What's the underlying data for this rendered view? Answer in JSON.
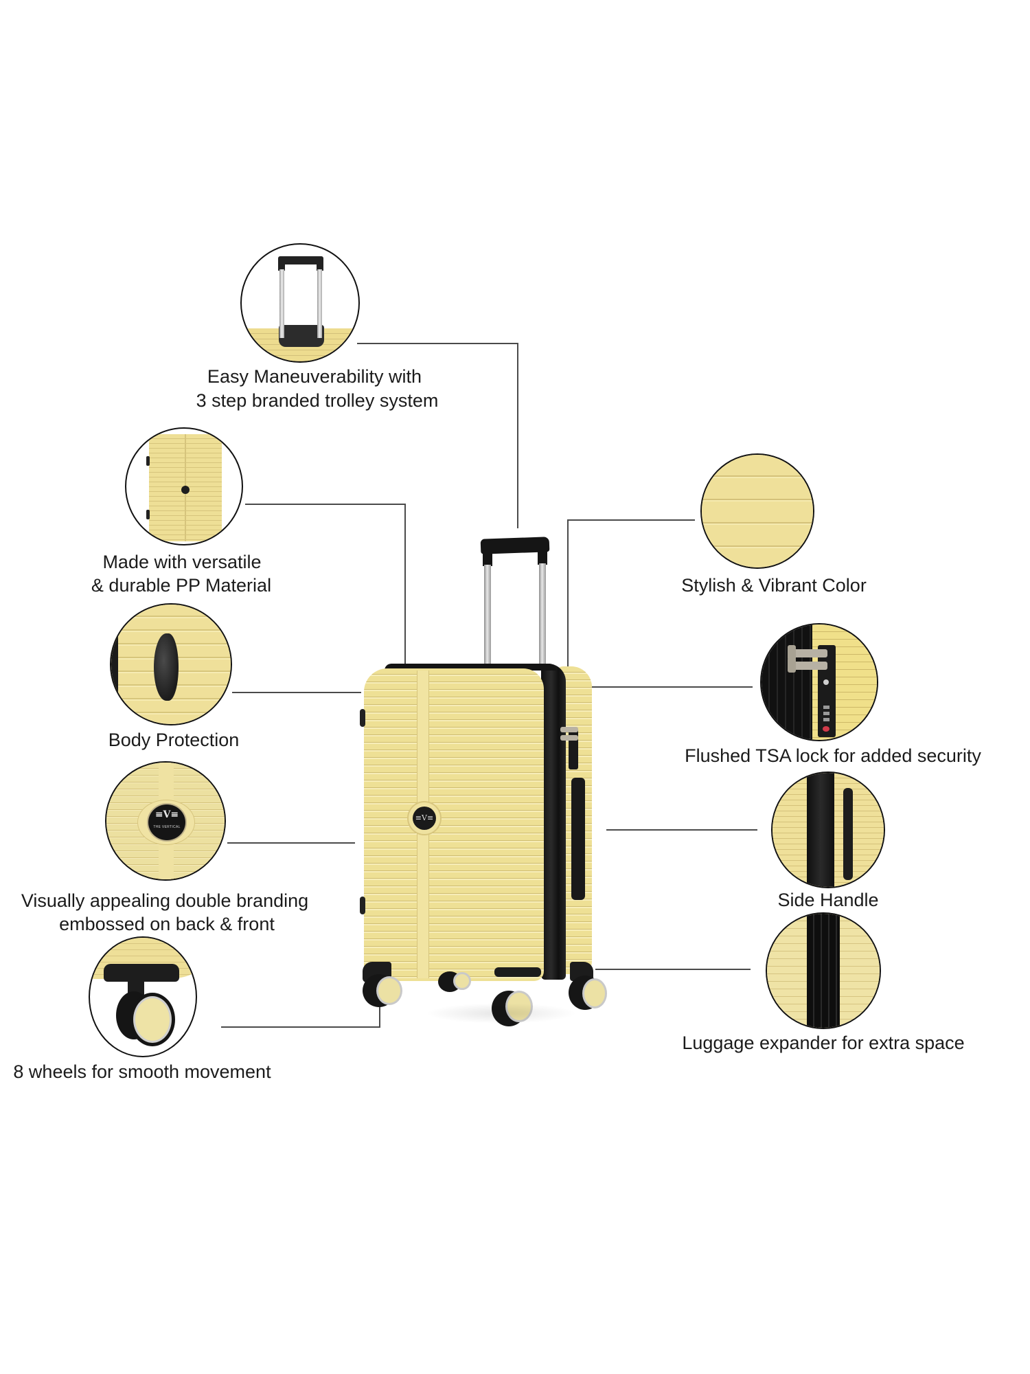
{
  "product": {
    "brand_logo_mark": "≡V≡",
    "brand_name": "THE VERTICAL",
    "colors": {
      "body_yellow": "#EEE095",
      "ridge_shadow": "#CFBD72",
      "trim_black": "#161616",
      "connector_line": "#4A4A4A",
      "text": "#1B1B1B",
      "background": "#FFFFFF"
    }
  },
  "features": {
    "trolley": {
      "line1": "Easy Maneuverability with",
      "line2": "3 step branded trolley system",
      "icon": "trolley-handle-icon"
    },
    "material": {
      "line1": "Made with versatile",
      "line2": "& durable PP Material",
      "icon": "suitcase-front-icon"
    },
    "protection": {
      "line1": "Body Protection",
      "icon": "side-bumper-icon"
    },
    "branding": {
      "line1": "Visually appealing double branding",
      "line2": "embossed on back & front",
      "icon": "brand-logo-icon"
    },
    "wheels": {
      "line1": "8 wheels for smooth movement",
      "icon": "spinner-wheel-icon"
    },
    "color": {
      "line1": "Stylish & Vibrant Color",
      "icon": "ridged-texture-icon"
    },
    "lock": {
      "line1": "Flushed TSA lock for added security",
      "icon": "tsa-lock-icon"
    },
    "side_handle": {
      "line1": "Side Handle",
      "icon": "side-handle-icon"
    },
    "expander": {
      "line1": "Luggage expander for extra space",
      "icon": "expander-zipper-icon"
    }
  }
}
